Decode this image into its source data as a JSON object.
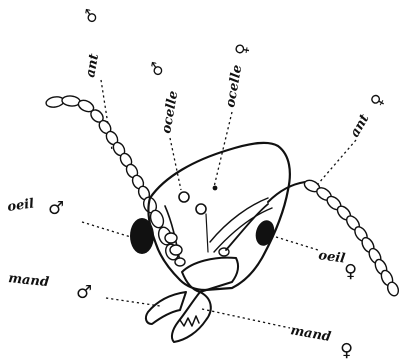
{
  "diagram": {
    "labels": {
      "ant_male": "ant",
      "ocelle_male": "ocelle",
      "ocelle_female": "ocelle",
      "ant_female": "ant",
      "oeil_male": "oeil",
      "oeil_female": "oeil",
      "mand_male": "mand",
      "mand_female": "mand"
    },
    "symbols": {
      "male": "♂",
      "female": "♀"
    },
    "colors": {
      "ink": "#111111",
      "background": "#ffffff"
    }
  }
}
